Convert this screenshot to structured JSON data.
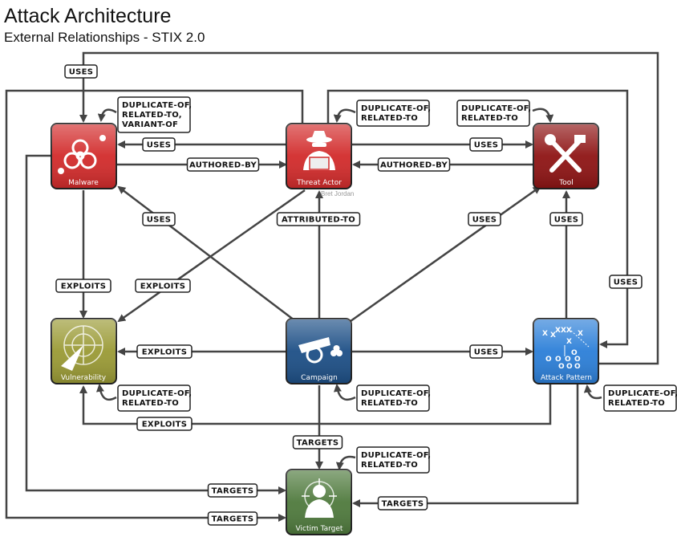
{
  "title": "Attack Architecture",
  "subtitle": "External Relationships - STIX 2.0",
  "credit": "Bret Jordan",
  "nodes": {
    "malware": {
      "label": "Malware",
      "color": "#d22b2b"
    },
    "threat_actor": {
      "label": "Threat Actor",
      "color": "#d22b2b"
    },
    "tool": {
      "label": "Tool",
      "color": "#8e1414"
    },
    "vulnerability": {
      "label": "Vulnerability",
      "color": "#9a9a35"
    },
    "campaign": {
      "label": "Campaign",
      "color": "#1d4f86"
    },
    "attack_pattern": {
      "label": "Attack Pattern",
      "color": "#2c7fd8"
    },
    "victim_target": {
      "label": "Victim Target",
      "color": "#4f7a3d"
    }
  },
  "labels": {
    "uses": "USES",
    "authored_by": "AUTHORED-BY",
    "attributed_to": "ATTRIBUTED-TO",
    "exploits": "EXPLOITS",
    "targets": "TARGETS",
    "dup_malware": [
      "DUPLICATE-OF,",
      "RELATED-TO,",
      "VARIANT-OF"
    ],
    "dup_std": [
      "DUPLICATE-OF,",
      "RELATED-TO"
    ]
  }
}
